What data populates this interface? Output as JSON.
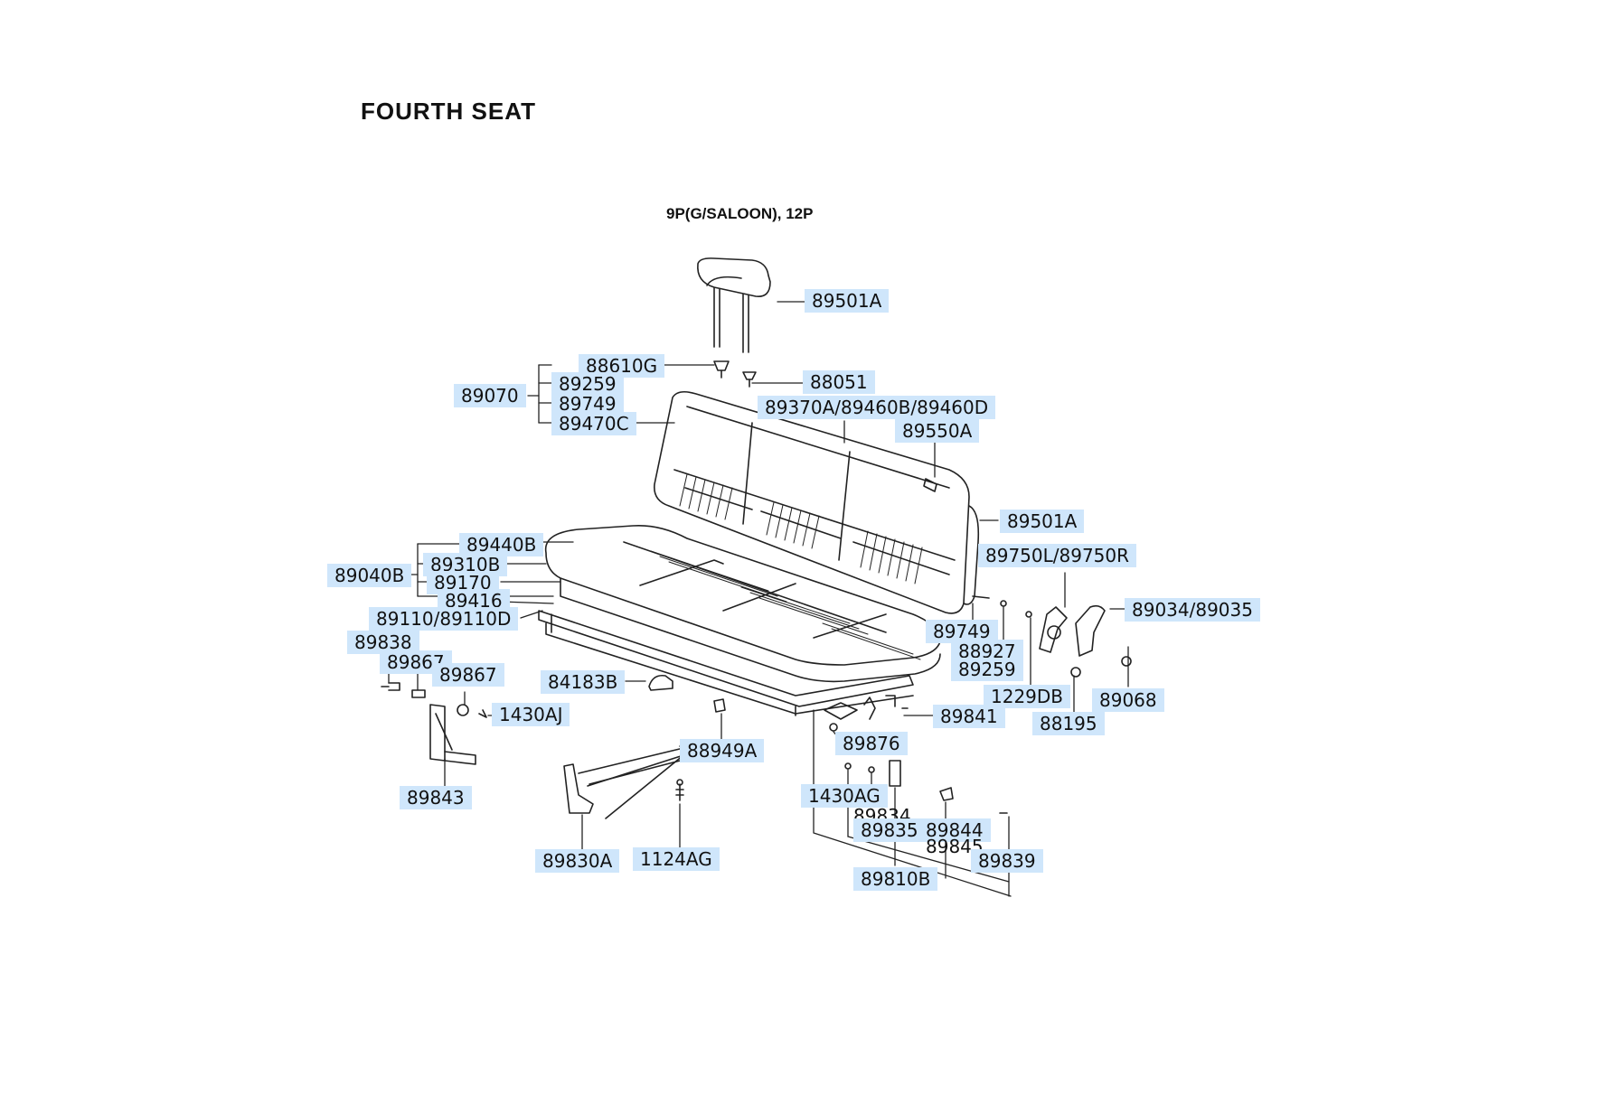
{
  "page_title": "FOURTH SEAT",
  "variant": "9P(G/SALOON), 12P",
  "part_labels": {
    "89501A_top": "89501A",
    "88610G": "88610G",
    "89259_a": "89259",
    "89749_a": "89749",
    "89470C": "89470C",
    "89070": "89070",
    "88051": "88051",
    "89370A_group": "89370A/89460B/89460D",
    "89550A": "89550A",
    "89501A_side": "89501A",
    "89750": "89750L/89750R",
    "89034": "89034/89035",
    "89440B": "89440B",
    "89310B": "89310B",
    "89170": "89170",
    "89416": "89416",
    "89040B": "89040B",
    "89110": "89110/89110D",
    "89838": "89838",
    "89867_a": "89867",
    "89867_b": "89867",
    "1430AJ": "1430AJ",
    "84183B": "84183B",
    "89843": "89843",
    "88949A": "88949A",
    "89830A": "89830A",
    "1124AG": "1124AG",
    "89749_b": "89749",
    "88927": "88927",
    "89259_b": "89259",
    "1229DB": "1229DB",
    "88195": "88195",
    "89068": "89068",
    "89841": "89841",
    "89876": "89876",
    "1430AG": "1430AG",
    "89834": "89834",
    "89835": "89835",
    "89844": "89844",
    "89845": "89845",
    "89839": "89839",
    "89810B": "89810B"
  }
}
